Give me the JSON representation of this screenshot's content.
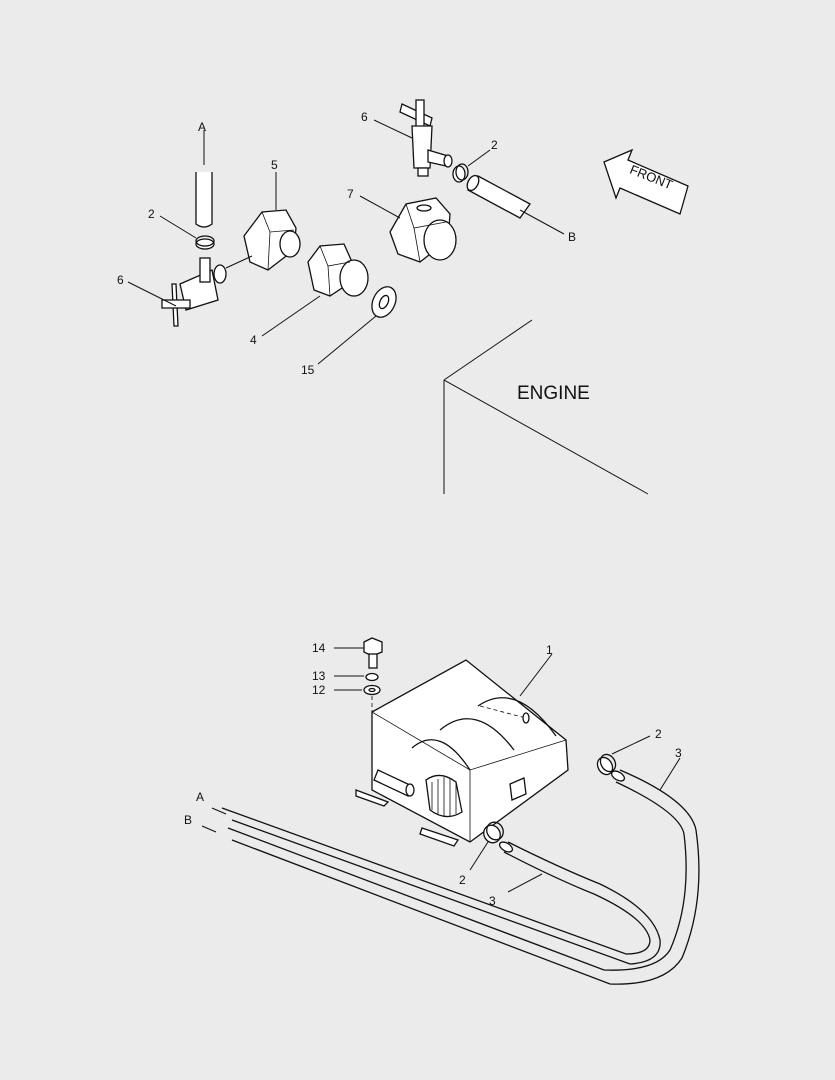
{
  "labels": {
    "A_top": "A",
    "B_top": "B",
    "two_left": "2",
    "two_top": "2",
    "five": "5",
    "six_left": "6",
    "six_top": "6",
    "seven": "7",
    "four": "4",
    "fifteen": "15",
    "front": "FRONT",
    "engine": "ENGINE",
    "fourteen": "14",
    "thirteen": "13",
    "twelve": "12",
    "one": "1",
    "two_right": "2",
    "three_right": "3",
    "two_bottom": "2",
    "three_bottom": "3",
    "A_bottom": "A",
    "B_bottom": "B"
  }
}
